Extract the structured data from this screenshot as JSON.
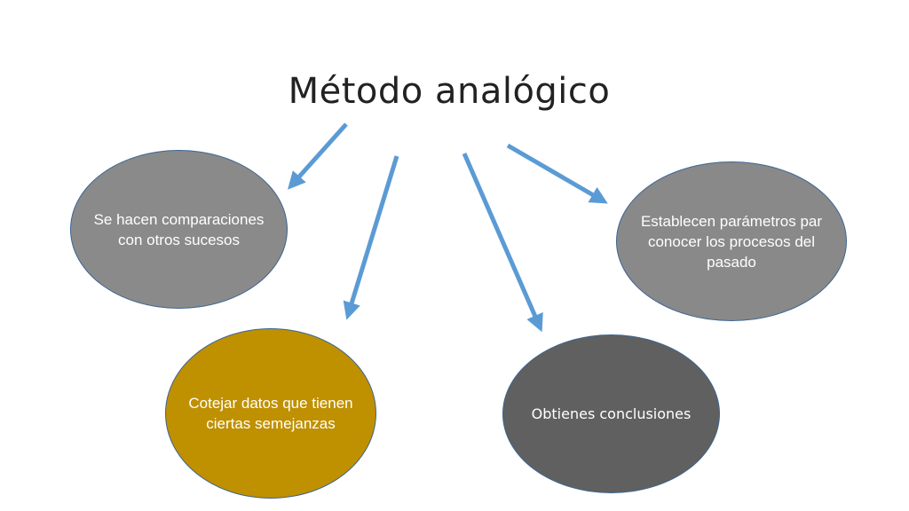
{
  "title": "Método analógico",
  "nodes": [
    {
      "id": "n1",
      "text": "Se hacen comparaciones con otros sucesos",
      "fill": "#8a8a8a"
    },
    {
      "id": "n2",
      "text": "Establecen parámetros par conocer los procesos del pasado",
      "fill": "#898989"
    },
    {
      "id": "n3",
      "text": "Cotejar datos que tienen ciertas semejanzas",
      "fill": "#bf9000"
    },
    {
      "id": "n4",
      "text": "Obtienes conclusiones",
      "fill": "#606060"
    }
  ],
  "colors": {
    "arrow": "#5b9bd5",
    "node_border": "#3d6592",
    "title_text": "#222222"
  }
}
